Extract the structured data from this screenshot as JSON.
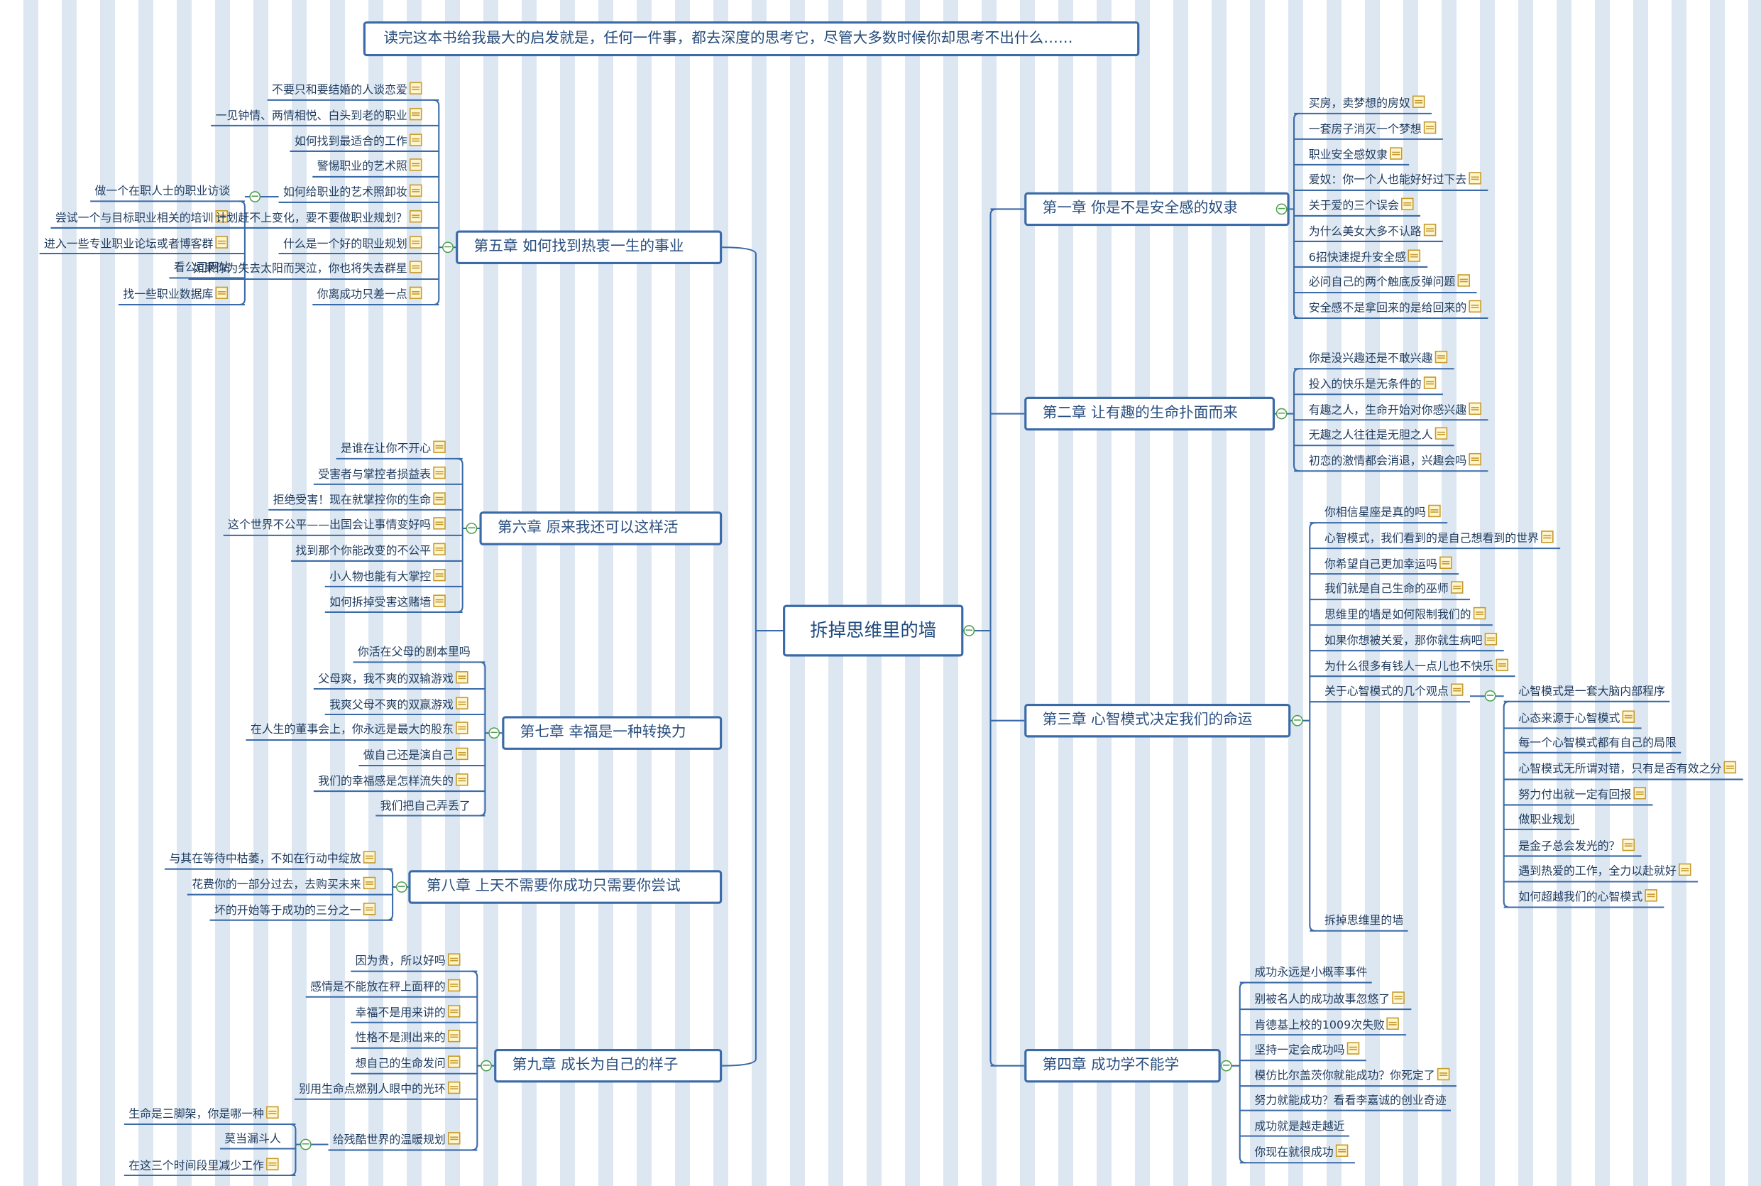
{
  "banner": "读完这本书给我最大的启发就是，任何一件事，都去深度的思考它，尽管大多数时候你却思考不出什么……",
  "center": "拆掉思维里的墙",
  "colors": {
    "line": "#3a6aa8",
    "stripe": "#dce7f2",
    "toggle": "#53a053",
    "note_icon": "#c69a2c"
  },
  "right": [
    {
      "title": "第一章 你是不是安全感的奴隶",
      "items": [
        {
          "text": "买房，卖梦想的房奴",
          "note": true
        },
        {
          "text": "一套房子消灭一个梦想",
          "note": true
        },
        {
          "text": "职业安全感奴隶",
          "note": true
        },
        {
          "text": "爱奴：你一个人也能好好过下去",
          "note": true
        },
        {
          "text": "关于爱的三个误会",
          "note": true
        },
        {
          "text": "为什么美女大多不认路",
          "note": true
        },
        {
          "text": "6招快速提升安全感",
          "note": true
        },
        {
          "text": "必问自己的两个触底反弹问题",
          "note": true
        },
        {
          "text": "安全感不是拿回来的是给回来的",
          "note": true
        }
      ]
    },
    {
      "title": "第二章 让有趣的生命扑面而来",
      "items": [
        {
          "text": "你是没兴趣还是不敢兴趣",
          "note": true
        },
        {
          "text": "投入的快乐是无条件的",
          "note": true
        },
        {
          "text": "有趣之人，生命开始对你感兴趣",
          "note": true
        },
        {
          "text": "无趣之人往往是无胆之人",
          "note": true
        },
        {
          "text": "初恋的激情都会消退，兴趣会吗",
          "note": true
        }
      ]
    },
    {
      "title": "第三章 心智模式决定我们的命运",
      "items": [
        {
          "text": "你相信星座是真的吗",
          "note": true
        },
        {
          "text": "心智模式，我们看到的是自己想看到的世界",
          "note": true
        },
        {
          "text": "你希望自己更加幸运吗",
          "note": true
        },
        {
          "text": "我们就是自己生命的巫师",
          "note": true
        },
        {
          "text": "思维里的墙是如何限制我们的",
          "note": true
        },
        {
          "text": "如果你想被关爱，那你就生病吧",
          "note": true
        },
        {
          "text": "为什么很多有钱人一点儿也不快乐",
          "note": true
        },
        {
          "text": "关于心智模式的几个观点",
          "note": true,
          "children": [
            {
              "text": "心智模式是一套大脑内部程序",
              "note": false
            },
            {
              "text": "心态来源于心智模式",
              "note": true
            },
            {
              "text": "每一个心智模式都有自己的局限",
              "note": false
            },
            {
              "text": "心智模式无所谓对错，只有是否有效之分",
              "note": true
            },
            {
              "text": "努力付出就一定有回报",
              "note": true
            },
            {
              "text": "做职业规划",
              "note": false
            },
            {
              "text": "是金子总会发光的？",
              "note": true
            },
            {
              "text": "遇到热爱的工作，全力以赴就好",
              "note": true
            },
            {
              "text": "如何超越我们的心智模式",
              "note": true
            }
          ]
        },
        {
          "text": "拆掉思维里的墙",
          "note": false
        }
      ]
    },
    {
      "title": "第四章  成功学不能学",
      "items": [
        {
          "text": "成功永远是小概率事件",
          "note": false
        },
        {
          "text": "别被名人的成功故事忽悠了",
          "note": true
        },
        {
          "text": "肯德基上校的1009次失败",
          "note": true
        },
        {
          "text": "坚持一定会成功吗",
          "note": true
        },
        {
          "text": "模仿比尔盖茨你就能成功？你死定了",
          "note": true
        },
        {
          "text": "努力就能成功？看看李嘉诚的创业奇迹",
          "note": false
        },
        {
          "text": "成功就是越走越近",
          "note": false
        },
        {
          "text": "你现在就很成功",
          "note": true
        }
      ]
    }
  ],
  "left": [
    {
      "title": "第五章 如何找到热衷一生的事业",
      "items": [
        {
          "text": "不要只和要结婚的人谈恋爱",
          "note": true
        },
        {
          "text": "一见钟情、两情相悦、白头到老的职业",
          "note": true
        },
        {
          "text": "如何找到最适合的工作",
          "note": true
        },
        {
          "text": "警惕职业的艺术照",
          "note": true
        },
        {
          "text": "如何给职业的艺术照卸妆",
          "note": true,
          "children": [
            {
              "text": "做一个在职人士的职业访谈",
              "note": false
            },
            {
              "text": "尝试一个与目标职业相关的培训",
              "note": true
            },
            {
              "text": "进入一些专业职业论坛或者博客群",
              "note": true
            },
            {
              "text": "看公司网站",
              "note": false
            },
            {
              "text": "找一些职业数据库",
              "note": true
            }
          ]
        },
        {
          "text": "计划赶不上变化，要不要做职业规划？",
          "note": true
        },
        {
          "text": "什么是一个好的职业规划",
          "note": true
        },
        {
          "text": "如果你为失去太阳而哭泣，你也将失去群星",
          "note": true
        },
        {
          "text": "你离成功只差一点",
          "note": true
        }
      ]
    },
    {
      "title": "第六章  原来我还可以这样活",
      "items": [
        {
          "text": "是谁在让你不开心",
          "note": true
        },
        {
          "text": "受害者与掌控者损益表",
          "note": true
        },
        {
          "text": "拒绝受害！现在就掌控你的生命",
          "note": true
        },
        {
          "text": "这个世界不公平——出国会让事情变好吗",
          "note": true
        },
        {
          "text": "找到那个你能改变的不公平",
          "note": true
        },
        {
          "text": "小人物也能有大掌控",
          "note": true
        },
        {
          "text": "如何拆掉受害这赌墙",
          "note": true
        }
      ]
    },
    {
      "title": "第七章 幸福是一种转换力",
      "items": [
        {
          "text": "你活在父母的剧本里吗",
          "note": false
        },
        {
          "text": "父母爽，我不爽的双输游戏",
          "note": true
        },
        {
          "text": "我爽父母不爽的双赢游戏",
          "note": true
        },
        {
          "text": "在人生的董事会上，你永远是最大的股东",
          "note": true
        },
        {
          "text": "做自己还是演自己",
          "note": true
        },
        {
          "text": "我们的幸福感是怎样流失的",
          "note": true
        },
        {
          "text": "我们把自己弄丢了",
          "note": false
        }
      ]
    },
    {
      "title": "第八章 上天不需要你成功只需要你尝试",
      "items": [
        {
          "text": "与其在等待中枯萎，不如在行动中绽放",
          "note": true
        },
        {
          "text": "花费你的一部分过去，去购买未来",
          "note": true
        },
        {
          "text": "坏的开始等于成功的三分之一",
          "note": true
        }
      ]
    },
    {
      "title": "第九章 成长为自己的样子",
      "items": [
        {
          "text": "因为贵，所以好吗",
          "note": true
        },
        {
          "text": "感情是不能放在秤上面秤的",
          "note": true
        },
        {
          "text": "幸福不是用来讲的",
          "note": true
        },
        {
          "text": "性格不是测出来的",
          "note": true
        },
        {
          "text": "想自己的生命发问",
          "note": true
        },
        {
          "text": "别用生命点燃别人眼中的光环",
          "note": true
        },
        {
          "text": "给残酷世界的温暖规划",
          "note": true,
          "children": [
            {
              "text": "生命是三脚架，你是哪一种",
              "note": true
            },
            {
              "text": "莫当漏斗人",
              "note": false
            },
            {
              "text": "在这三个时间段里减少工作",
              "note": true
            }
          ]
        }
      ]
    }
  ]
}
